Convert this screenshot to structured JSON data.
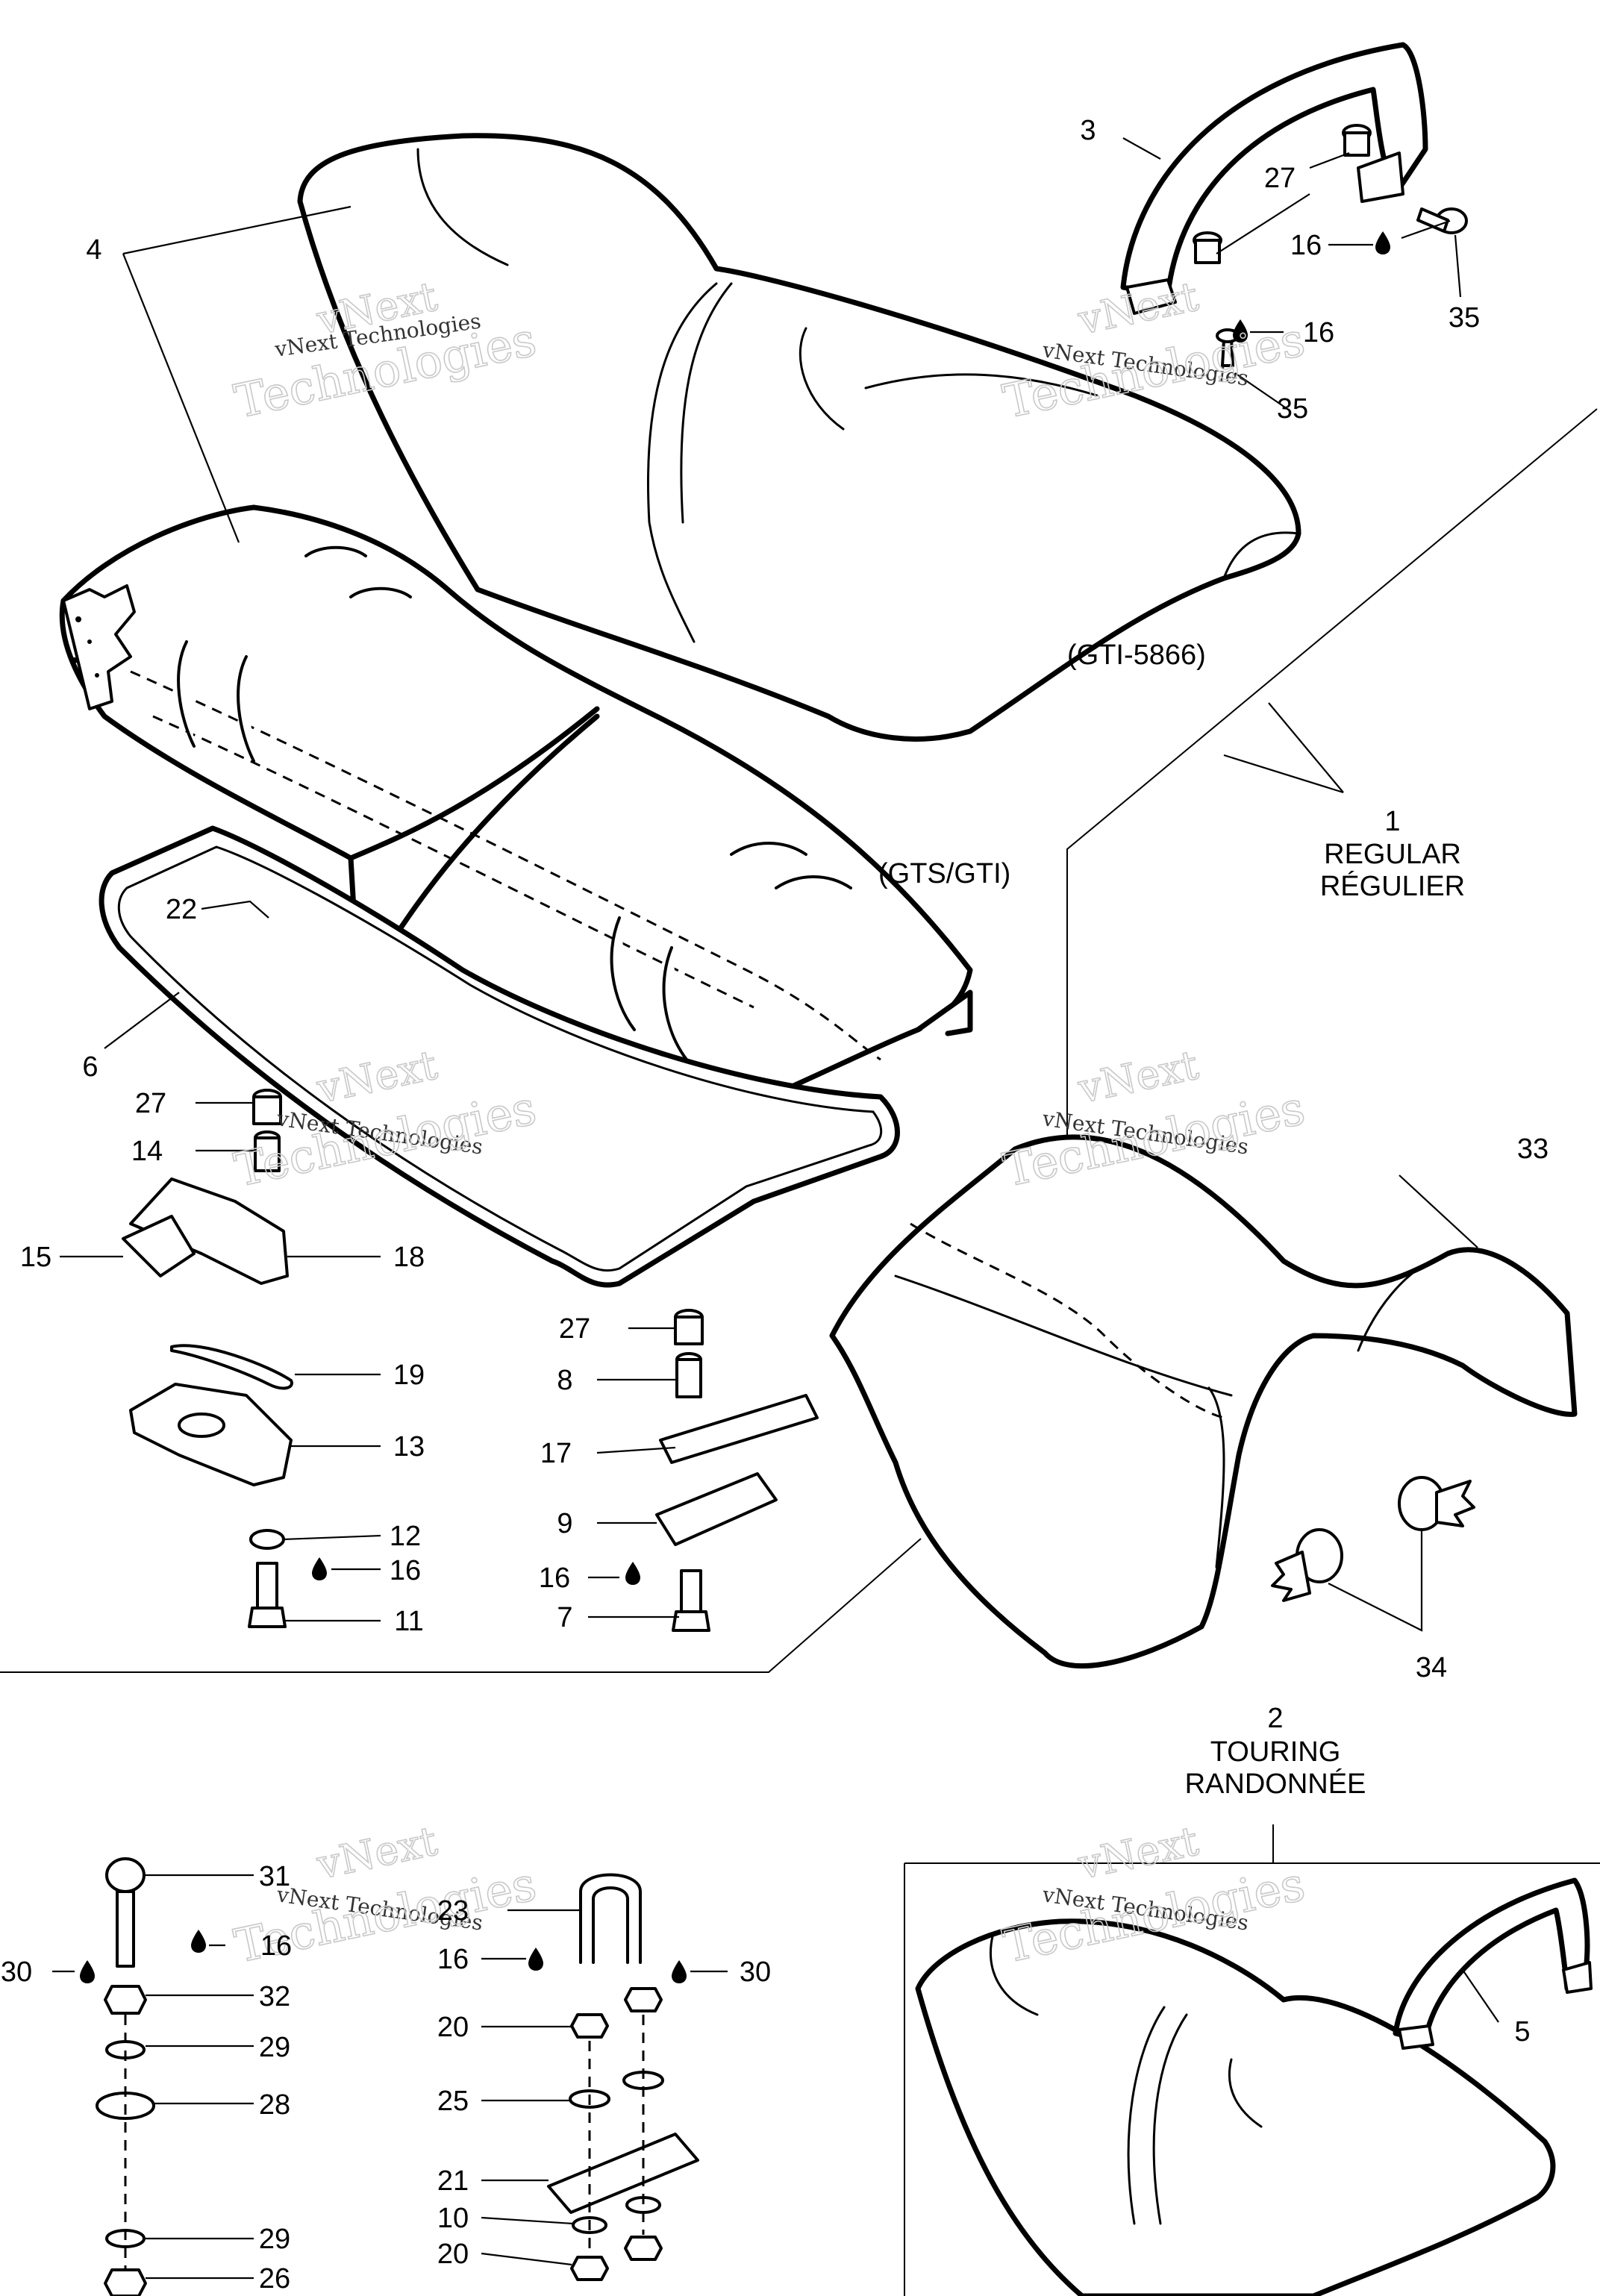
{
  "labels": {
    "regular_number": "1",
    "regular_en": "REGULAR",
    "regular_fr": "RÉGULIER",
    "touring_number": "2",
    "touring_en": "TOURING",
    "touring_fr": "RANDONNÉE",
    "variant_gti5866": "(GTI-5866)",
    "variant_gtsgti": "(GTS/GTI)"
  },
  "watermark": {
    "small": "vNext Technologies",
    "line1": "vNext",
    "line2": "Technologies"
  },
  "callouts": [
    {
      "id": "c3",
      "text": "3"
    },
    {
      "id": "c4",
      "text": "4"
    },
    {
      "id": "c27a",
      "text": "27"
    },
    {
      "id": "c16a",
      "text": "16"
    },
    {
      "id": "c35a",
      "text": "35"
    },
    {
      "id": "c16b",
      "text": "16"
    },
    {
      "id": "c35b",
      "text": "35"
    },
    {
      "id": "c22",
      "text": "22"
    },
    {
      "id": "c6",
      "text": "6"
    },
    {
      "id": "c27b",
      "text": "27"
    },
    {
      "id": "c14",
      "text": "14"
    },
    {
      "id": "c15",
      "text": "15"
    },
    {
      "id": "c18",
      "text": "18"
    },
    {
      "id": "c19",
      "text": "19"
    },
    {
      "id": "c13",
      "text": "13"
    },
    {
      "id": "c12",
      "text": "12"
    },
    {
      "id": "c16c",
      "text": "16"
    },
    {
      "id": "c11",
      "text": "11"
    },
    {
      "id": "c27c",
      "text": "27"
    },
    {
      "id": "c8",
      "text": "8"
    },
    {
      "id": "c17",
      "text": "17"
    },
    {
      "id": "c9",
      "text": "9"
    },
    {
      "id": "c16d",
      "text": "16"
    },
    {
      "id": "c7",
      "text": "7"
    },
    {
      "id": "c33",
      "text": "33"
    },
    {
      "id": "c34",
      "text": "34"
    },
    {
      "id": "c31",
      "text": "31"
    },
    {
      "id": "c16e",
      "text": "16"
    },
    {
      "id": "c30a",
      "text": "30"
    },
    {
      "id": "c32",
      "text": "32"
    },
    {
      "id": "c29a",
      "text": "29"
    },
    {
      "id": "c28",
      "text": "28"
    },
    {
      "id": "c29b",
      "text": "29"
    },
    {
      "id": "c26",
      "text": "26"
    },
    {
      "id": "c23",
      "text": "23"
    },
    {
      "id": "c16f",
      "text": "16"
    },
    {
      "id": "c30b",
      "text": "30"
    },
    {
      "id": "c20a",
      "text": "20"
    },
    {
      "id": "c25",
      "text": "25"
    },
    {
      "id": "c21",
      "text": "21"
    },
    {
      "id": "c10",
      "text": "10"
    },
    {
      "id": "c20b",
      "text": "20"
    },
    {
      "id": "c5",
      "text": "5"
    }
  ]
}
